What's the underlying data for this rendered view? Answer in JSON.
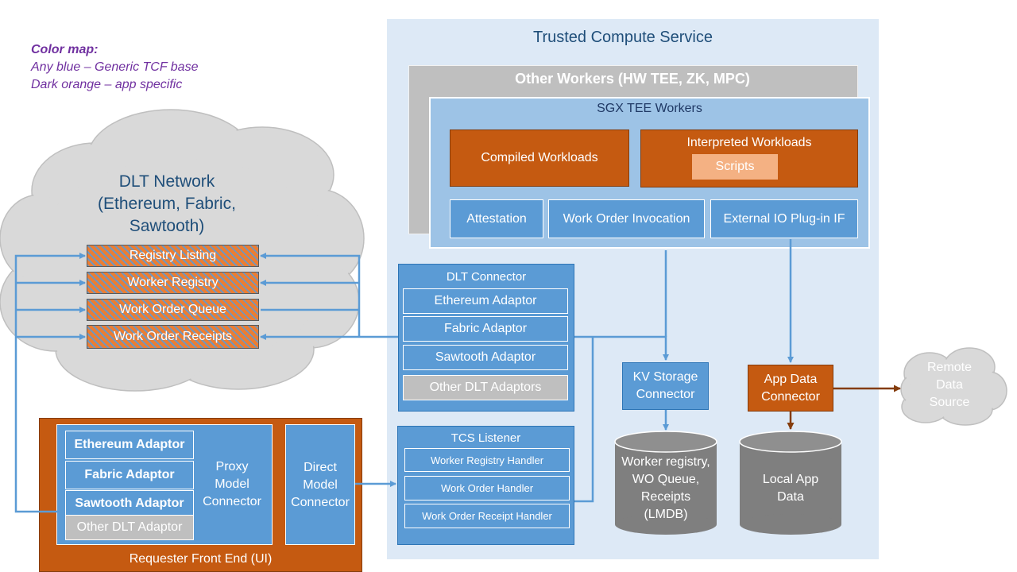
{
  "legend": {
    "title": "Color map:",
    "blue": "Any blue – Generic TCF base",
    "orange": "Dark orange – app specific"
  },
  "tcs": {
    "title": "Trusted Compute Service",
    "other_workers": "Other Workers (HW TEE, ZK, MPC)",
    "sgx": {
      "title": "SGX TEE Workers",
      "compiled": "Compiled Workloads",
      "interpreted": "Interpreted Workloads",
      "scripts": "Scripts",
      "attestation": "Attestation",
      "invocation": "Work Order Invocation",
      "external_io": "External IO Plug-in IF"
    },
    "dlt_connector": {
      "title": "DLT Connector",
      "adaptors": [
        "Ethereum Adaptor",
        "Fabric Adaptor",
        "Sawtooth Adaptor",
        "Other DLT Adaptors"
      ]
    },
    "listener": {
      "title": "TCS Listener",
      "handlers": [
        "Worker Registry Handler",
        "Work Order Handler",
        "Work Order Receipt Handler"
      ]
    },
    "kv_storage": "KV Storage Connector",
    "app_data_connector": "App Data Connector",
    "db_lmdb": [
      "Worker registry,",
      "WO Queue,",
      "Receipts",
      "(LMDB)"
    ],
    "local_app_data": [
      "Local App",
      "Data"
    ]
  },
  "dlt_network": {
    "title": [
      "DLT Network",
      "(Ethereum, Fabric,",
      "Sawtooth)"
    ],
    "items": [
      "Registry Listing",
      "Worker Registry",
      "Work Order Queue",
      "Work Order Receipts"
    ]
  },
  "remote": [
    "Remote",
    "Data",
    "Source"
  ],
  "requester": {
    "title": "Requester Front End (UI)",
    "adaptors": [
      "Ethereum Adaptor",
      "Fabric Adaptor",
      "Sawtooth Adaptor",
      "Other DLT Adaptor"
    ],
    "proxy": [
      "Proxy",
      "Model",
      "Connector"
    ],
    "direct": [
      "Direct",
      "Model",
      "Connector"
    ]
  },
  "colors": {
    "blue": "#5b9bd5",
    "dark_orange": "#c55a11",
    "light_blue_bg": "#dde9f6",
    "grey": "#bfbfbf",
    "legend": "#7030a0"
  }
}
